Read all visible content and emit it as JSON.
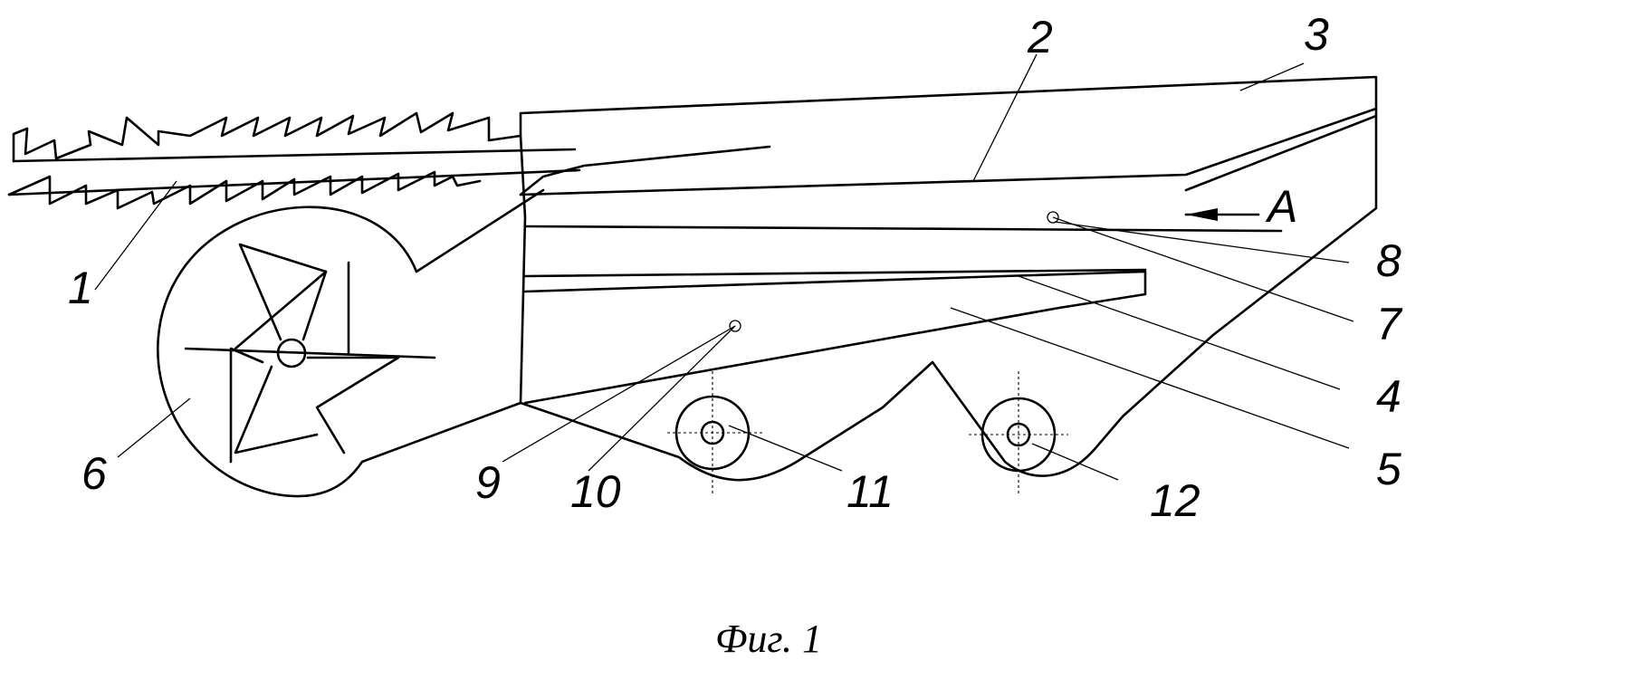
{
  "figure": {
    "caption": "Фиг. 1",
    "view_arrow_label": "A",
    "colors": {
      "line": "#000000",
      "background": "#ffffff"
    }
  },
  "callouts": [
    {
      "id": "1",
      "label": "1"
    },
    {
      "id": "2",
      "label": "2"
    },
    {
      "id": "3",
      "label": "3"
    },
    {
      "id": "4",
      "label": "4"
    },
    {
      "id": "5",
      "label": "5"
    },
    {
      "id": "6",
      "label": "6"
    },
    {
      "id": "7",
      "label": "7"
    },
    {
      "id": "8",
      "label": "8"
    },
    {
      "id": "9",
      "label": "9"
    },
    {
      "id": "10",
      "label": "10"
    },
    {
      "id": "11",
      "label": "11"
    },
    {
      "id": "12",
      "label": "12"
    }
  ]
}
